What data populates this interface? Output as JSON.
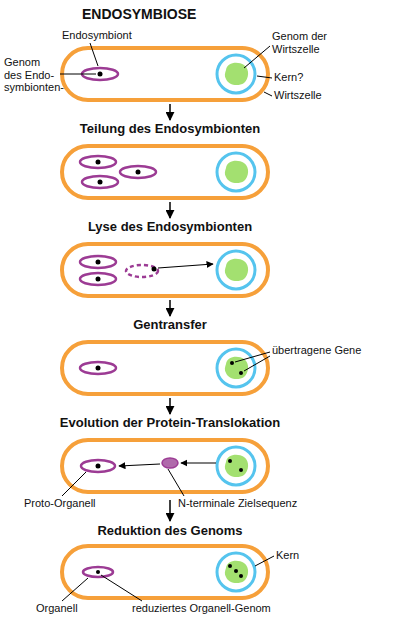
{
  "diagram": {
    "title": "ENDOSYMBIOSE",
    "labels": [
      "Endosymbiont",
      "Genom des Endo- symbionten-",
      "Genom der Wirtszelle",
      "Kern?",
      "Wirtszelle",
      "Teilung des Endosymbionten",
      "Lyse des Endosymbionten",
      "Gentransfer",
      "übertragene Gene",
      "Evolution der Protein-Translokation",
      "Proto-Organell",
      "N-terminale Zielsequenz",
      "Reduktion des Genoms",
      "Kern",
      "Organell",
      "reduziertes Organell-Genom"
    ]
  }
}
